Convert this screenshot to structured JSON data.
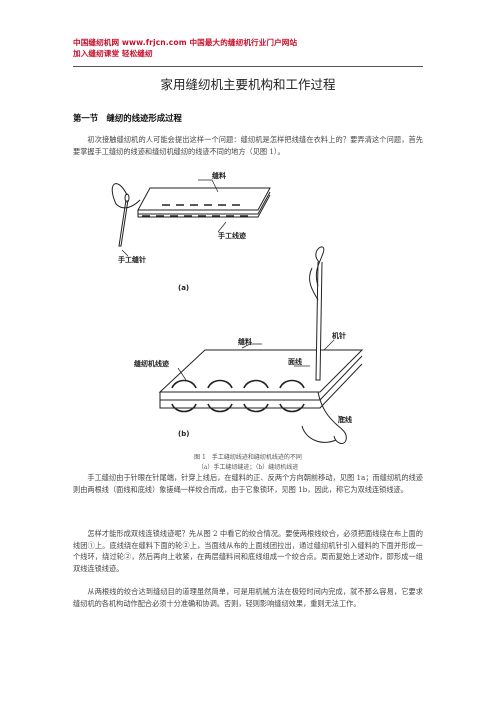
{
  "header": {
    "line1": "中国缝纫机网 www.frjcn.com 中国最大的缝纫机行业门户网站",
    "line2": "加入缝纫课堂 轻松缝纫"
  },
  "doc": {
    "title": "家用缝纫机主要机构和工作过程",
    "section": "第一节　缝纫的线迹形成过程",
    "para1": "初次接触缝纫机的人可能会提出这样一个问题：缝纫机是怎样把线缝在衣料上的？要弄清这个问题，首先要掌握手工缝纫的线迹和缝纫机缝纫的线迹不同的地方（见图 1）。",
    "para2": "手工缝纫由于针眼在针尾端，针穿上线后，在缝料的正、反两个方向朝前移动，见图 1a；而缝纫机的线迹则由两根线（面线和底线）象搓绳一样绞合而成，由于它象锁环，见图 1b，因此，称它为双线连锁线迹。",
    "para3": "怎样才能形成双线连锁线迹呢？先从图 2 中看它的绞合情况。要使两根线绞合，必须把面线绕在布上面的线团①上。底线绕在缝料下面的轮②上，当面线从布的上面线团拉出，通过缝纫机针引入缝料的下面并形成一个线环，绕过轮②，然后再向上收紧，在两层缝料间和底线组成一个绞合点。周而复始上述动作，即形成一组双线连锁线迹。",
    "para4": "从两根线的绞合达到缝纫目的道理虽然简单，可是用机械方法在极短时间内完成，就不那么容易，它要求缝纫机的各机构动作配合必须十分准确和协调。否则，轻则影响缝纫效果，重则无法工作。"
  },
  "figure": {
    "label_fabric_a": "缝料",
    "label_hand_needle": "手工缝针",
    "label_hand_stitch": "手工线迹",
    "label_a": "(a)",
    "label_fabric_b": "缝料",
    "label_machine_needle": "机针",
    "label_machine_stitch": "缝纫机线迹",
    "label_top_thread": "面线",
    "label_bottom_thread": "底线",
    "label_b": "(b)",
    "caption": "图 1　手工缝纫线迹和缝纫机线迹的不同",
    "subcaption": "（a）手工缝纫缝迹；（b）缝纫机线迹"
  }
}
